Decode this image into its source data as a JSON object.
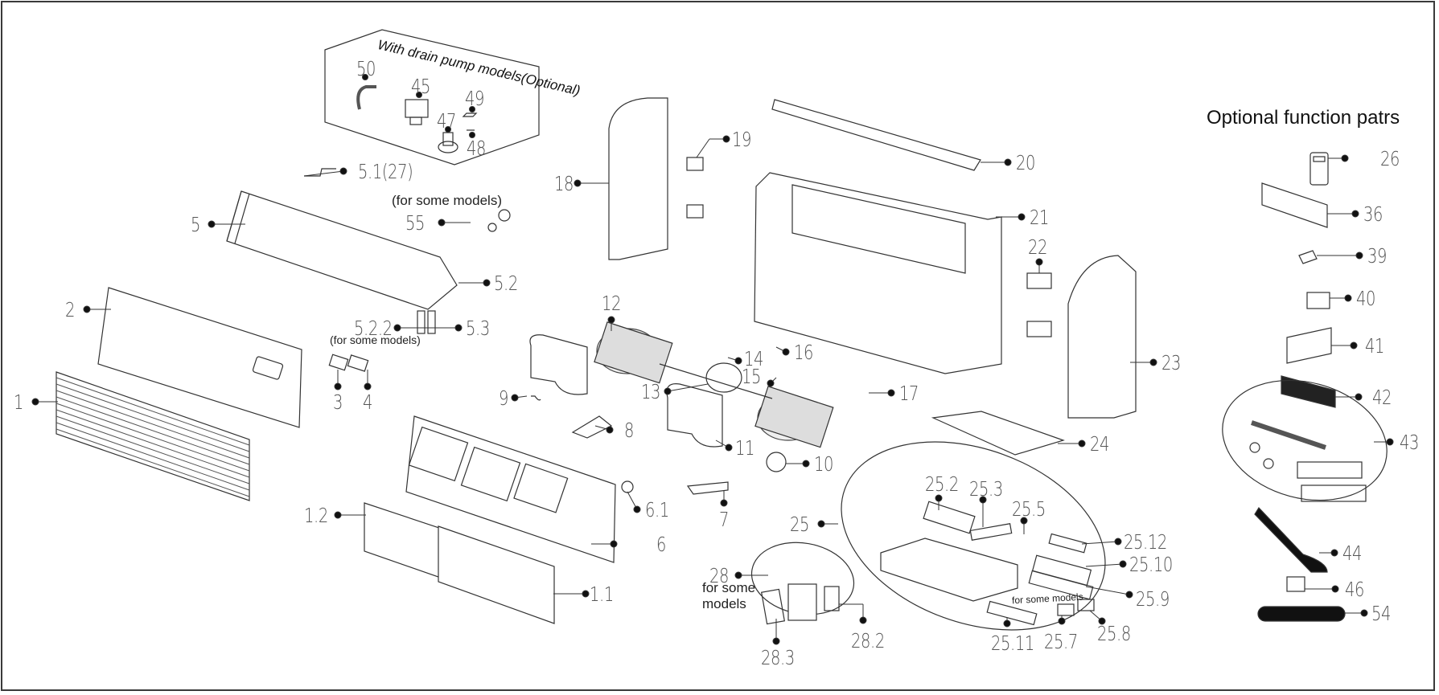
{
  "title": "Optional function patrs",
  "drain_pump_note": "With drain pump models(Optional)",
  "notes": {
    "for_some_models_55": "(for some models)",
    "for_some_models_522": "(for some models)",
    "for_some_models_2511": "for some models",
    "for_some_models_28": "for some\nmodels"
  },
  "callouts": [
    {
      "id": "1",
      "label": "1"
    },
    {
      "id": "1.1",
      "label": "1.1"
    },
    {
      "id": "1.2",
      "label": "1.2"
    },
    {
      "id": "2",
      "label": "2"
    },
    {
      "id": "3",
      "label": "3"
    },
    {
      "id": "4",
      "label": "4"
    },
    {
      "id": "5",
      "label": "5"
    },
    {
      "id": "5.1",
      "label": "5.1(27)"
    },
    {
      "id": "5.2",
      "label": "5.2"
    },
    {
      "id": "5.2.2",
      "label": "5.2.2"
    },
    {
      "id": "5.3",
      "label": "5.3"
    },
    {
      "id": "6",
      "label": "6"
    },
    {
      "id": "6.1",
      "label": "6.1"
    },
    {
      "id": "7",
      "label": "7"
    },
    {
      "id": "8",
      "label": "8"
    },
    {
      "id": "9",
      "label": "9"
    },
    {
      "id": "10",
      "label": "10"
    },
    {
      "id": "11",
      "label": "11"
    },
    {
      "id": "12",
      "label": "12"
    },
    {
      "id": "13",
      "label": "13"
    },
    {
      "id": "14",
      "label": "14"
    },
    {
      "id": "15",
      "label": "15"
    },
    {
      "id": "16",
      "label": "16"
    },
    {
      "id": "17",
      "label": "17"
    },
    {
      "id": "18",
      "label": "18"
    },
    {
      "id": "19",
      "label": "19"
    },
    {
      "id": "20",
      "label": "20"
    },
    {
      "id": "21",
      "label": "21"
    },
    {
      "id": "22",
      "label": "22"
    },
    {
      "id": "23",
      "label": "23"
    },
    {
      "id": "24",
      "label": "24"
    },
    {
      "id": "25",
      "label": "25"
    },
    {
      "id": "25.2",
      "label": "25.2"
    },
    {
      "id": "25.3",
      "label": "25.3"
    },
    {
      "id": "25.5",
      "label": "25.5"
    },
    {
      "id": "25.7",
      "label": "25.7"
    },
    {
      "id": "25.8",
      "label": "25.8"
    },
    {
      "id": "25.9",
      "label": "25.9"
    },
    {
      "id": "25.10",
      "label": "25.10"
    },
    {
      "id": "25.11",
      "label": "25.11"
    },
    {
      "id": "25.12",
      "label": "25.12"
    },
    {
      "id": "26",
      "label": "26"
    },
    {
      "id": "28",
      "label": "28"
    },
    {
      "id": "28.2",
      "label": "28.2"
    },
    {
      "id": "28.3",
      "label": "28.3"
    },
    {
      "id": "36",
      "label": "36"
    },
    {
      "id": "39",
      "label": "39"
    },
    {
      "id": "40",
      "label": "40"
    },
    {
      "id": "41",
      "label": "41"
    },
    {
      "id": "42",
      "label": "42"
    },
    {
      "id": "43",
      "label": "43"
    },
    {
      "id": "44",
      "label": "44"
    },
    {
      "id": "45",
      "label": "45"
    },
    {
      "id": "46",
      "label": "46"
    },
    {
      "id": "47",
      "label": "47"
    },
    {
      "id": "48",
      "label": "48"
    },
    {
      "id": "49",
      "label": "49"
    },
    {
      "id": "50",
      "label": "50"
    },
    {
      "id": "54",
      "label": "54"
    },
    {
      "id": "55",
      "label": "55"
    }
  ]
}
